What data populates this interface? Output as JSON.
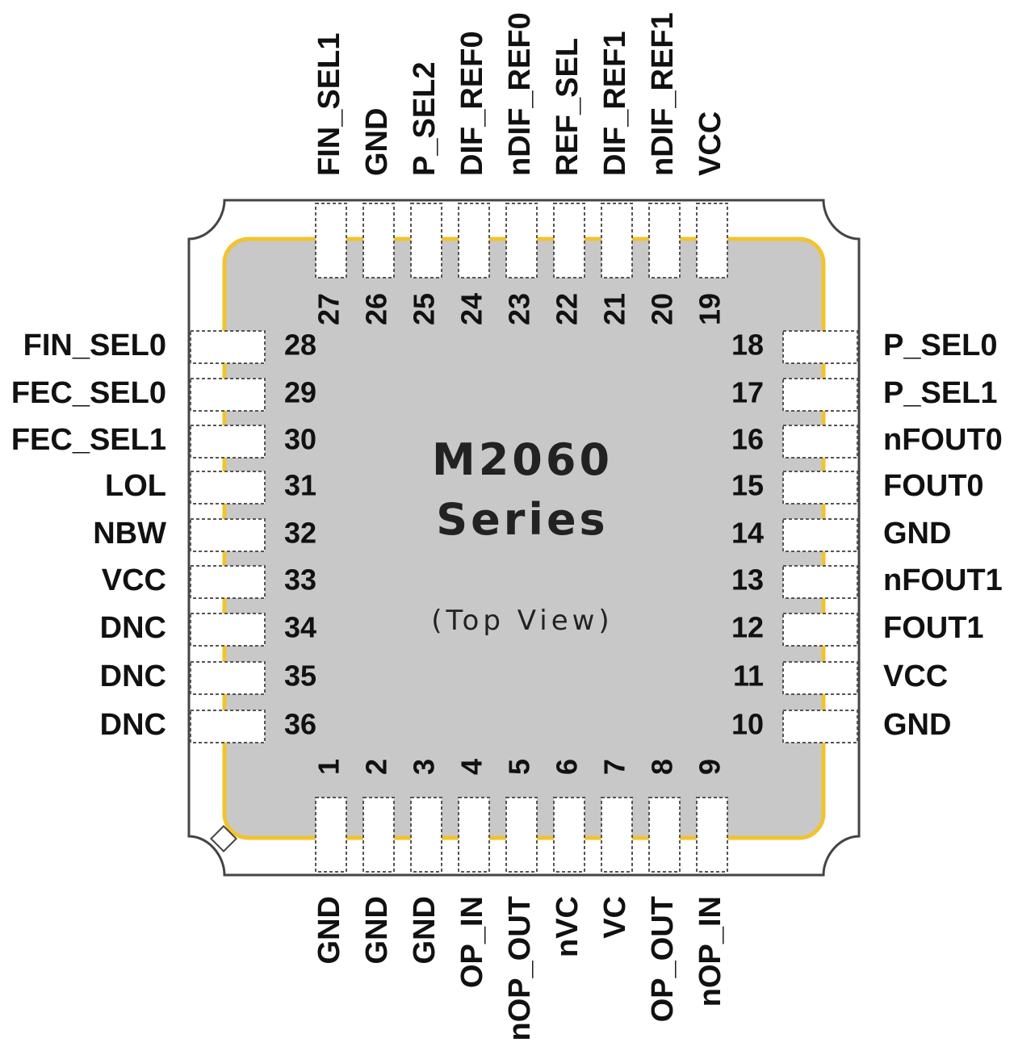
{
  "chip": {
    "name": "M2060",
    "series": "Series",
    "view": "(Top View)"
  },
  "pins": {
    "top": [
      {
        "num": "27",
        "name": "FIN_SEL1"
      },
      {
        "num": "26",
        "name": "GND"
      },
      {
        "num": "25",
        "name": "P_SEL2"
      },
      {
        "num": "24",
        "name": "DIF_REF0"
      },
      {
        "num": "23",
        "name": "nDIF_REF0"
      },
      {
        "num": "22",
        "name": "REF_SEL"
      },
      {
        "num": "21",
        "name": "DIF_REF1"
      },
      {
        "num": "20",
        "name": "nDIF_REF1"
      },
      {
        "num": "19",
        "name": "VCC"
      }
    ],
    "left": [
      {
        "num": "28",
        "name": "FIN_SEL0"
      },
      {
        "num": "29",
        "name": "FEC_SEL0"
      },
      {
        "num": "30",
        "name": "FEC_SEL1"
      },
      {
        "num": "31",
        "name": "LOL"
      },
      {
        "num": "32",
        "name": "NBW"
      },
      {
        "num": "33",
        "name": "VCC"
      },
      {
        "num": "34",
        "name": "DNC"
      },
      {
        "num": "35",
        "name": "DNC"
      },
      {
        "num": "36",
        "name": "DNC"
      }
    ],
    "right": [
      {
        "num": "18",
        "name": "P_SEL0"
      },
      {
        "num": "17",
        "name": "P_SEL1"
      },
      {
        "num": "16",
        "name": "nFOUT0"
      },
      {
        "num": "15",
        "name": "FOUT0"
      },
      {
        "num": "14",
        "name": "GND"
      },
      {
        "num": "13",
        "name": "nFOUT1"
      },
      {
        "num": "12",
        "name": "FOUT1"
      },
      {
        "num": "11",
        "name": "VCC"
      },
      {
        "num": "10",
        "name": "GND"
      }
    ],
    "bottom": [
      {
        "num": "1",
        "name": "GND"
      },
      {
        "num": "2",
        "name": "GND"
      },
      {
        "num": "3",
        "name": "GND"
      },
      {
        "num": "4",
        "name": "OP_IN"
      },
      {
        "num": "5",
        "name": "nOP_OUT"
      },
      {
        "num": "6",
        "name": "nVC"
      },
      {
        "num": "7",
        "name": "VC"
      },
      {
        "num": "8",
        "name": "OP_OUT"
      },
      {
        "num": "9",
        "name": "nOP_IN"
      }
    ]
  },
  "colors": {
    "die_fill": "#c8c8c8",
    "die_outline": "#f2c330",
    "package_outline": "#444444"
  }
}
